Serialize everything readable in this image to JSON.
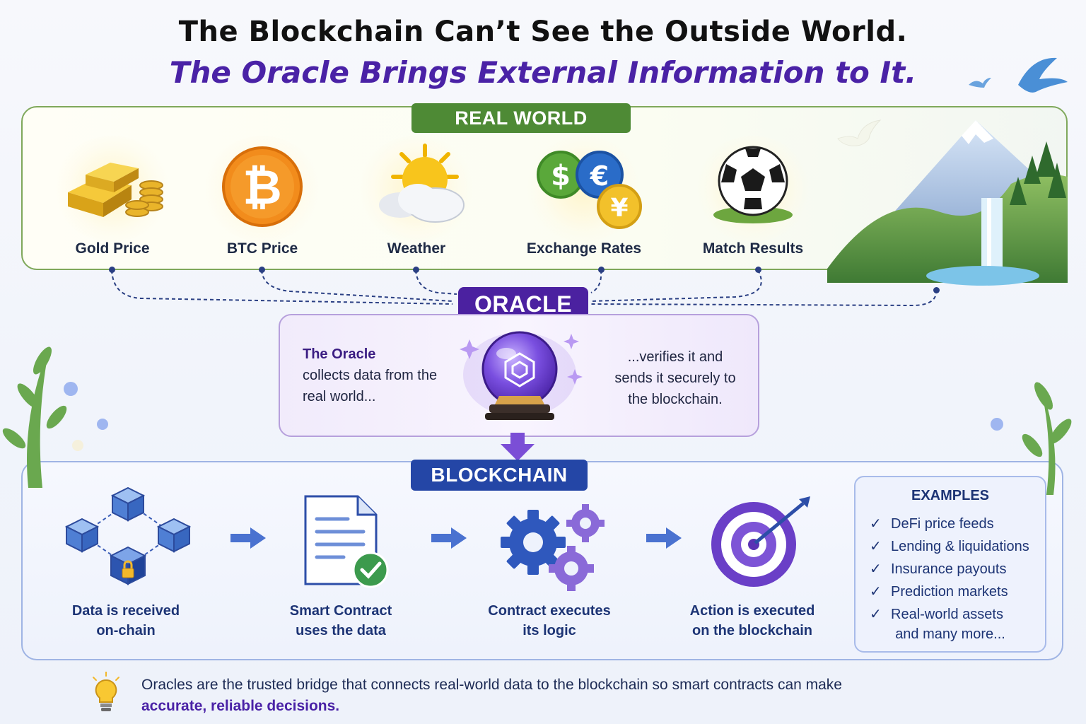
{
  "title": {
    "line1": "The Blockchain Can’t See the Outside World.",
    "line2": "The Oracle Brings External Information to It."
  },
  "real_world": {
    "header": "REAL WORLD",
    "items": [
      {
        "label": "Gold Price",
        "icon": "gold-bars-icon"
      },
      {
        "label": "BTC Price",
        "icon": "bitcoin-icon"
      },
      {
        "label": "Weather",
        "icon": "sun-cloud-icon"
      },
      {
        "label": "Exchange Rates",
        "icon": "currency-coins-icon"
      },
      {
        "label": "Match Results",
        "icon": "soccer-ball-icon"
      }
    ]
  },
  "oracle": {
    "header": "ORACLE",
    "left_highlight": "The Oracle",
    "left_text": "collects data from the real world...",
    "right_text": "...verifies it and sends it securely to the blockchain.",
    "icon": "crystal-ball-icon"
  },
  "blockchain": {
    "header": "BLOCKCHAIN",
    "steps": [
      {
        "line1": "Data is received",
        "line2": "on-chain",
        "icon": "blocks-network-icon"
      },
      {
        "line1": "Smart Contract",
        "line2": "uses the data",
        "icon": "document-check-icon"
      },
      {
        "line1": "Contract executes",
        "line2": "its logic",
        "icon": "gears-icon"
      },
      {
        "line1": "Action is executed",
        "line2": "on the blockchain",
        "icon": "target-icon"
      }
    ],
    "examples": {
      "title": "EXAMPLES",
      "items": [
        "DeFi price feeds",
        "Lending & liquidations",
        "Insurance payouts",
        "Prediction markets",
        "Real-world assets"
      ],
      "more": "and many more..."
    }
  },
  "footer": {
    "text": "Oracles are the trusted bridge that connects real-world data to the blockchain so smart contracts can make",
    "emphasis": "accurate, reliable decisions.",
    "icon": "lightbulb-icon"
  },
  "colors": {
    "green": "#4e8a35",
    "purple": "#4b21a0",
    "blue": "#2446a6",
    "title_purple": "#4a22a6"
  }
}
